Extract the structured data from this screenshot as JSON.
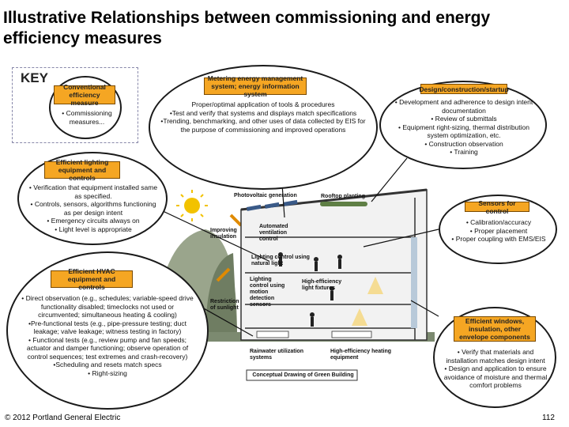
{
  "title": "Illustrative Relationships between commissioning and energy efficiency measures",
  "key": {
    "label": "KEY",
    "tag": "Conventional efficiency measure",
    "item": "Commissioning measures..."
  },
  "metering": {
    "tag": "Metering energy management system; energy information system",
    "items": [
      "Proper/optimal application of tools & procedures",
      "•Test and verify that systems and displays match specifications",
      "•Trending, benchmarking, and other uses of data collected by EIS for the purpose of commissioning and improved operations"
    ]
  },
  "design": {
    "tag": "Design/construction/startup",
    "items": [
      "• Development and adherence to design intent documentation",
      "• Review of submittals",
      "• Equipment right-sizing, thermal distribution system optimization, etc.",
      "• Construction observation",
      "• Training"
    ]
  },
  "lighting": {
    "tag": "Efficient lighting equipment and controls",
    "items": [
      "• Verification that equipment installed same as specified.",
      "• Controls, sensors, algorithms functioning as per design intent",
      "• Emergency circuits always on",
      "• Light level is appropriate"
    ]
  },
  "sensors": {
    "tag": "Sensors for control",
    "items": [
      "• Calibration/accuracy",
      "• Proper placement",
      "• Proper coupling with EMS/EIS"
    ]
  },
  "hvac": {
    "tag": "Efficient HVAC equipment and controls",
    "items": [
      "• Direct observation (e.g., schedules; variable-speed drive functionality disabled; timeclocks not used or circumvented; simultaneous heating & cooling)",
      "•Pre-functional tests (e.g., pipe-pressure testing; duct leakage; valve leakage; witness testing in factory)",
      "• Functional tests (e.g., review pump and fan speeds; actuator and damper functioning; observe operation of control sequences; test extremes and crash-recovery)",
      "•Scheduling and resets match specs",
      "• Right-sizing"
    ]
  },
  "windows": {
    "tag": "Efficient windows, insulation, other envelope components",
    "items": [
      "• Verify that materials and installation matches design intent",
      "• Design and application to ensure avoidance of moisture and thermal comfort problems"
    ]
  },
  "building": {
    "labels": {
      "pv": "Photovoltaic generation",
      "roof": "Rooftop planting",
      "insulation": "Improving insulation",
      "ventilation": "Automated ventilation control",
      "natural": "Lighting control using natural light",
      "motion": "Lighting control using motion detection sensors",
      "fixtures": "High-efficiency light fixtures",
      "sunlight": "Restriction of sunlight",
      "rainwater": "Rainwater utilization systems",
      "heating": "High-efficiency heating equipment",
      "caption": "Conceptual Drawing of Green Building"
    }
  },
  "footer": {
    "copyright": "© 2012 Portland General Electric",
    "page": "112"
  },
  "colors": {
    "tag_fill": "#f5a623",
    "outline": "#1a1a1a",
    "sun": "#f2c200",
    "glass": "#b8c9d9",
    "ground": "#7c8a70"
  }
}
